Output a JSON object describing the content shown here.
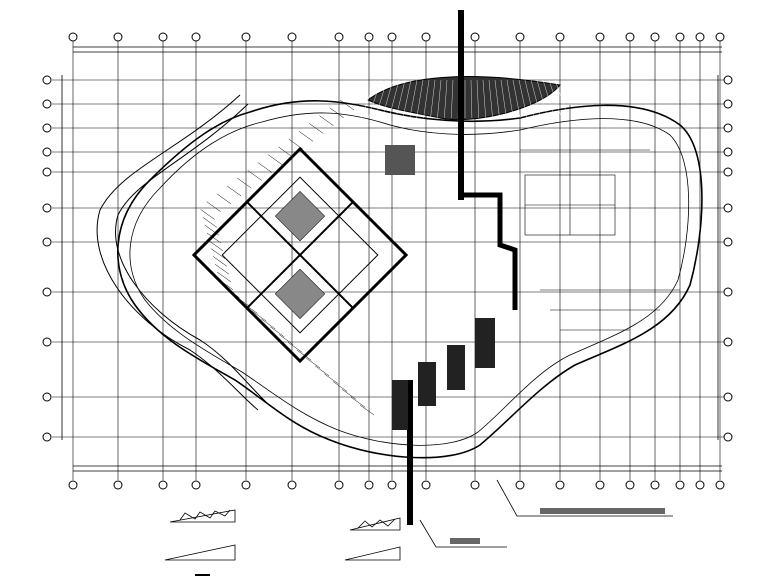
{
  "drawing": {
    "type": "architectural floor plan",
    "line_color": "#000000",
    "background": "#ffffff",
    "grid_columns": 20,
    "grid_rows": 11
  }
}
